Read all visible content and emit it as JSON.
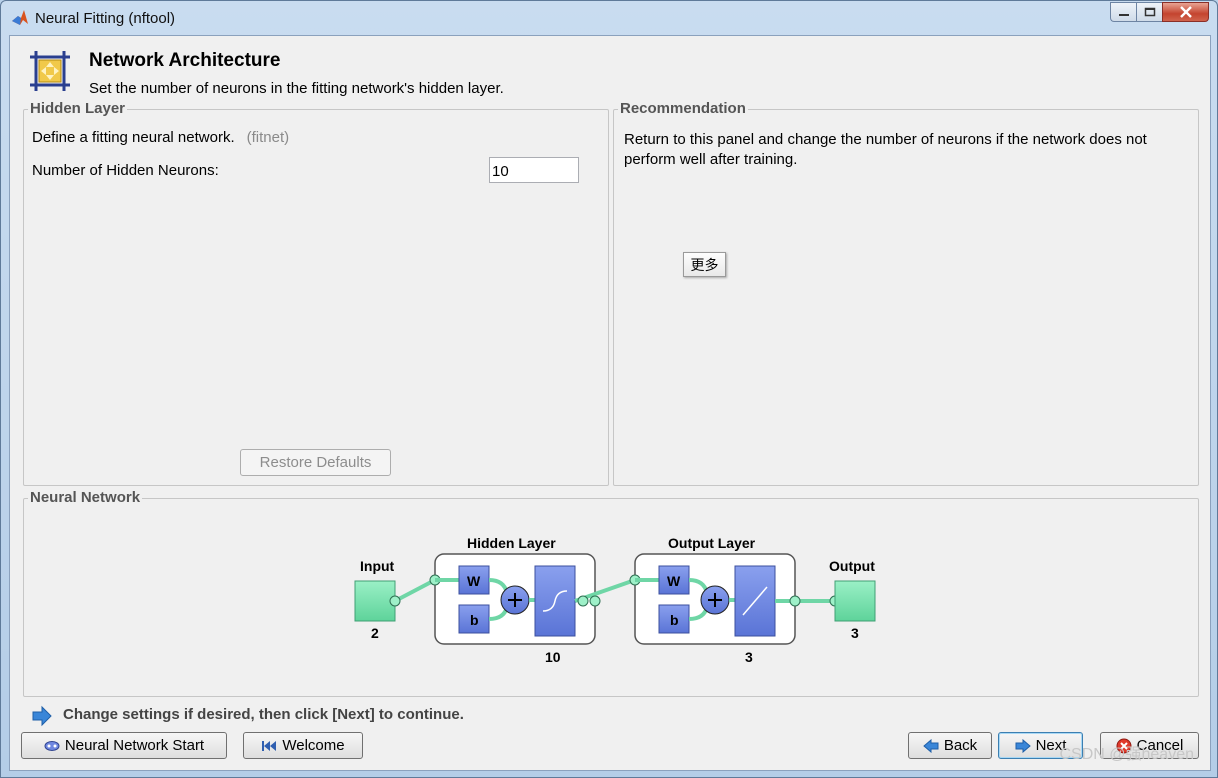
{
  "window": {
    "title": "Neural Fitting (nftool)",
    "controls": [
      "minimize-icon",
      "maximize-icon",
      "close-icon"
    ]
  },
  "header": {
    "title": "Network Architecture",
    "subtitle": "Set the number of neurons in the fitting network's hidden layer."
  },
  "hidden_layer": {
    "legend": "Hidden Layer",
    "define_text": "Define a fitting neural network.",
    "define_tag": "(fitnet)",
    "neurons_label": "Number of Hidden Neurons:",
    "neurons_value": "10",
    "restore_label": "Restore Defaults"
  },
  "recommendation": {
    "legend": "Recommendation",
    "text": "Return to this panel and change the number of neurons if the network does not perform well after training.",
    "more_label": "更多"
  },
  "neural_network": {
    "legend": "Neural Network",
    "input_label": "Input",
    "input_size": "2",
    "hidden_label": "Hidden Layer",
    "hidden_size": "10",
    "output_layer_label": "Output Layer",
    "output_layer_size": "3",
    "output_label": "Output",
    "output_size": "3",
    "w_label": "W",
    "b_label": "b"
  },
  "footer": {
    "hint": "Change settings  if desired, then click [Next] to continue.",
    "nn_start_label": "Neural Network Start",
    "welcome_label": "Welcome",
    "back_label": "Back",
    "next_label": "Next",
    "cancel_label": "Cancel"
  },
  "watermark": "CSDN @强heaven",
  "colors": {
    "diagram_node_blue": "#6f87e0",
    "diagram_io_green": "#7de3b0",
    "connector_green": "#6fd6a6"
  }
}
